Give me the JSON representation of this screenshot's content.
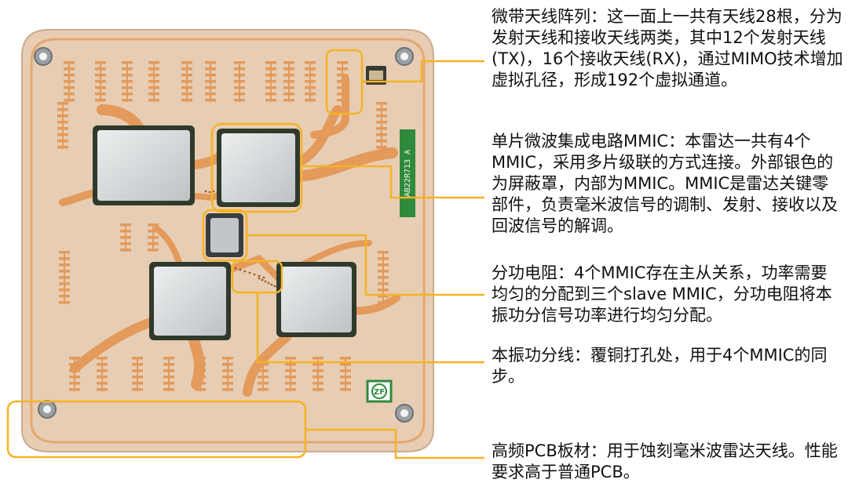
{
  "colors": {
    "highlight": "#f5b324",
    "board": "#e7cdb3",
    "copper": "#e39a5b",
    "shield": "#d4d6d8",
    "label_green": "#2f8a3c"
  },
  "board": {
    "chip_marking": "AB22R713 A",
    "logo_text": "ZF"
  },
  "annotations": {
    "antenna_array": "微带天线阵列：这一面上一共有天线28根，分为发射天线和接收天线两类，其中12个发射天线(TX)，16个接收天线(RX)，通过MIMO技术增加虚拟孔径，形成192个虚拟通道。",
    "mmic": "单片微波集成电路MMIC：本雷达一共有4个MMIC，采用多片级联的方式连接。外部银色的为屏蔽罩，内部为MMIC。MMIC是雷达关键零部件，负责毫米波信号的调制、发射、接收以及回波信号的解调。",
    "power_divider": "分功电阻：4个MMIC存在主从关系，功率需要均匀的分配到三个slave MMIC，分功电阻将本振功分信号功率进行均匀分配。",
    "lo_line": "本振功分线：覆铜打孔处，用于4个MMIC的同步。",
    "pcb": "高频PCB板材：用于蚀刻毫米波雷达天线。性能要求高于普通PCB。"
  }
}
